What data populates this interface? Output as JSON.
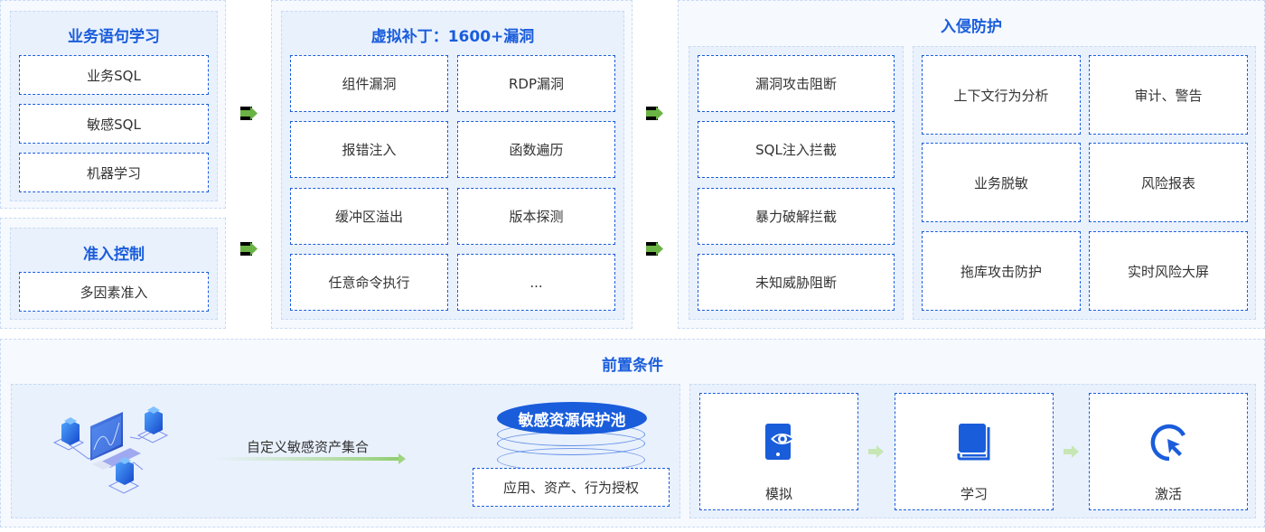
{
  "colors": {
    "accent": "#1a5ddb",
    "panel_outer": "#f6f9fe",
    "panel_inner": "#e9f1fd",
    "border_light": "#c8dbf4",
    "arrow_green": "#6ab344",
    "text": "#333333"
  },
  "business_learning": {
    "title": "业务语句学习",
    "items": [
      "业务SQL",
      "敏感SQL",
      "机器学习"
    ]
  },
  "access_control": {
    "title": "准入控制",
    "items": [
      "多因素准入"
    ]
  },
  "virtual_patch": {
    "title": "虚拟补丁：1600+漏洞",
    "items": [
      "组件漏洞",
      "RDP漏洞",
      "报错注入",
      "函数遍历",
      "缓冲区溢出",
      "版本探测",
      "任意命令执行",
      "..."
    ]
  },
  "intrusion_protection": {
    "title": "入侵防护",
    "left_items": [
      "漏洞攻击阻断",
      "SQL注入拦截",
      "暴力破解拦截",
      "未知威胁阻断"
    ],
    "right_items": [
      "上下文行为分析",
      "审计、警告",
      "业务脱敏",
      "风险报表",
      "拖库攻击防护",
      "实时风险大屏"
    ]
  },
  "prerequisites": {
    "title": "前置条件",
    "flow_label": "自定义敏感资产集合",
    "pool_title": "敏感资源保护池",
    "pool_item": "应用、资产、行为授权",
    "steps": [
      {
        "label": "模拟",
        "icon": "phone-eye-icon"
      },
      {
        "label": "学习",
        "icon": "book-icon"
      },
      {
        "label": "激活",
        "icon": "cursor-click-icon"
      }
    ]
  },
  "connectors": {
    "arrow_icon": "green-right-arrow-icon"
  }
}
